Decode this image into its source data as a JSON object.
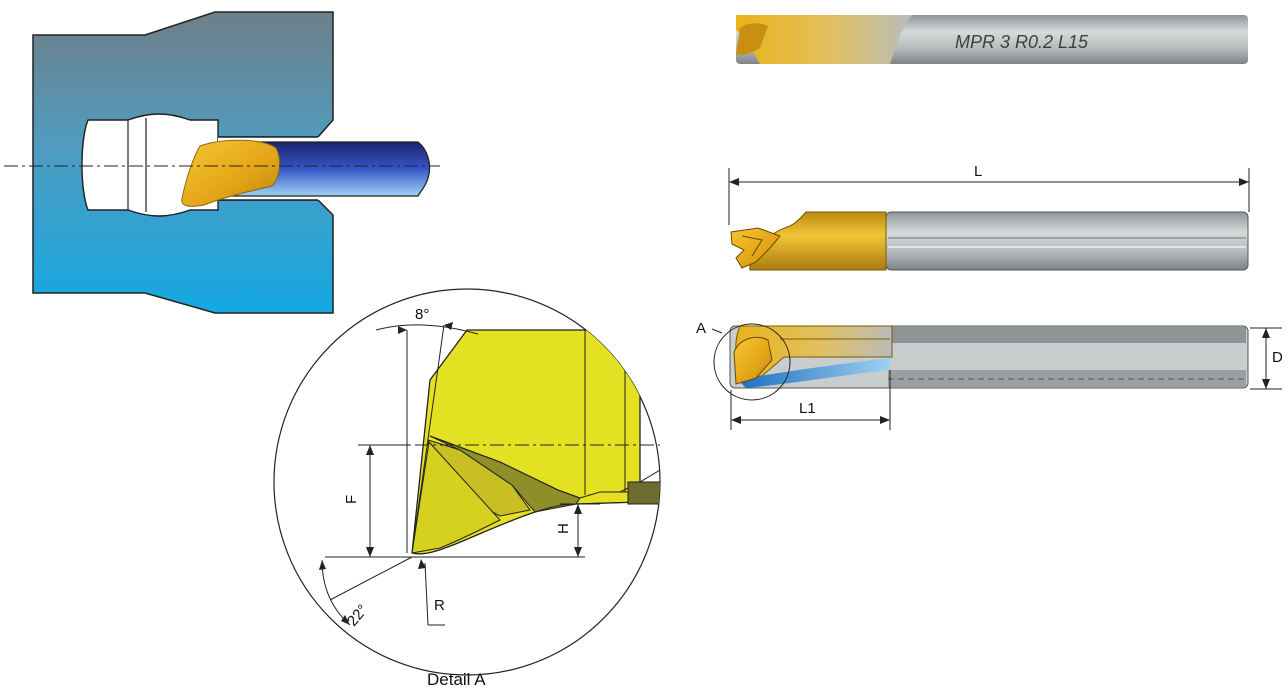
{
  "colors": {
    "housing_top": "#6b8591",
    "housing_bottom": "#1aa6dd",
    "gold": "#e8b41c",
    "yellow": "#e5e01c",
    "steel": "#a9aeb0",
    "bar_blue": "#2b3c9a"
  },
  "tool_photo": {
    "marking": "MPR 3 R0.2 L15"
  },
  "dimensions": {
    "L": "L",
    "L1": "L1",
    "D": "D",
    "A": "A"
  },
  "detail": {
    "clearance_angle": "8°",
    "side_angle": "22°",
    "F": "F",
    "H": "H",
    "R": "R",
    "caption": "Detail A"
  }
}
